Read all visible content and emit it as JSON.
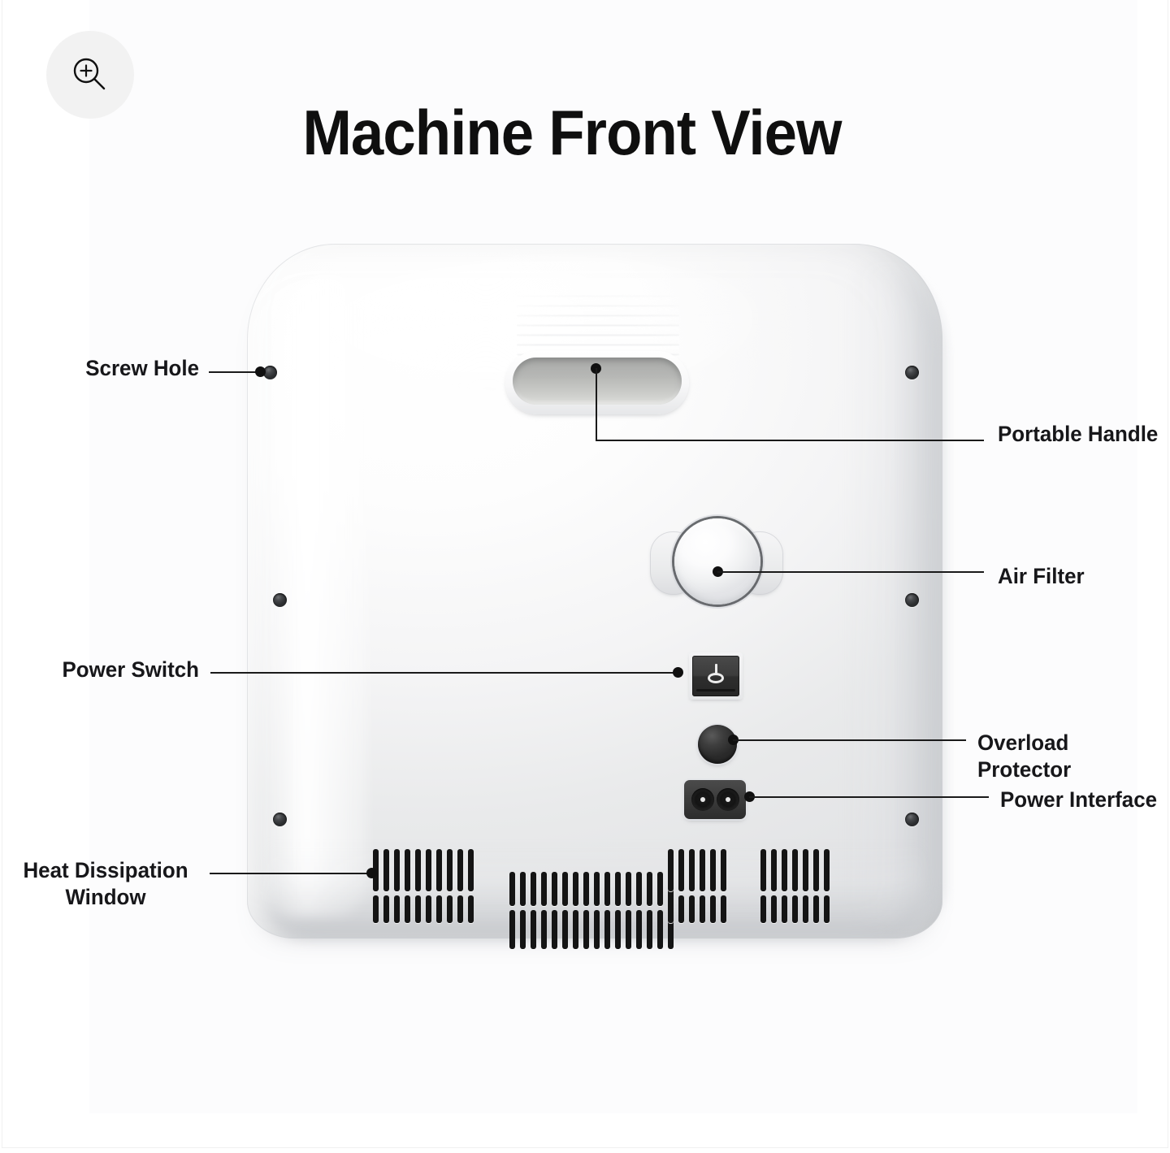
{
  "page": {
    "title": "Machine Front View",
    "background_color": "#ffffff",
    "text_color": "#17171a"
  },
  "zoom_button": {
    "name": "zoom-in",
    "icon": "magnifier-plus-icon",
    "background_color": "#f2f2f2"
  },
  "product": {
    "view": "front",
    "body_color": "#f2f3f4"
  },
  "callouts": [
    {
      "id": "screw-hole",
      "label": "Screw Hole",
      "side": "left"
    },
    {
      "id": "power-switch",
      "label": "Power Switch",
      "side": "left"
    },
    {
      "id": "heat-dissipation-window",
      "label": "Heat Dissipation\nWindow",
      "side": "left"
    },
    {
      "id": "portable-handle",
      "label": "Portable Handle",
      "side": "right"
    },
    {
      "id": "air-filter",
      "label": "Air Filter",
      "side": "right"
    },
    {
      "id": "overload-protector",
      "label": "Overload Protector",
      "side": "right"
    },
    {
      "id": "power-interface",
      "label": "Power Interface",
      "side": "right"
    }
  ]
}
